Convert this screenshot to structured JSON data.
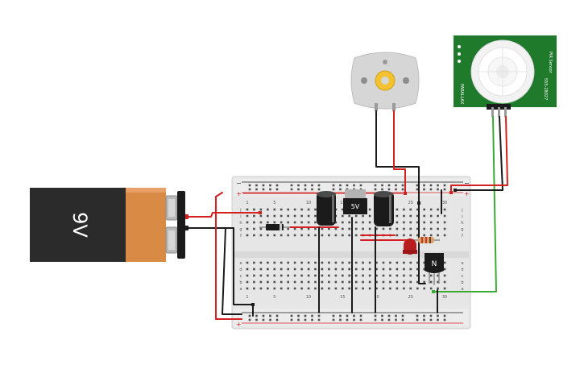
{
  "battery": {
    "label": "9V",
    "icon": "battery-9v-icon"
  },
  "regulator": {
    "label": "5V"
  },
  "transistor": {
    "label": "N"
  },
  "pir_sensor": {
    "icon": "pir-sensor-icon",
    "side_left": "PIR Sensor",
    "side_right": "555-28027",
    "side_bottom": "PARALLAX"
  },
  "motor": {
    "icon": "dc-motor-icon"
  },
  "breadboard": {
    "columns_top": [
      "1",
      "5",
      "10",
      "15",
      "20",
      "25",
      "30"
    ],
    "columns_bottom": [
      "1",
      "5",
      "10",
      "15",
      "20",
      "25",
      "30"
    ],
    "rows_upper": [
      "j",
      "i",
      "h",
      "g",
      "f"
    ],
    "rows_lower": [
      "e",
      "d",
      "c",
      "b",
      "a"
    ],
    "rail_plus": "+",
    "rail_minus": "−"
  },
  "colors": {
    "wire_red": "#d42020",
    "wire_black": "#1b1b1b",
    "wire_green": "#3aaa35",
    "board": "#e6e6e6",
    "pcb_green": "#1f7a2c",
    "battery_copper": "#d98a45"
  }
}
